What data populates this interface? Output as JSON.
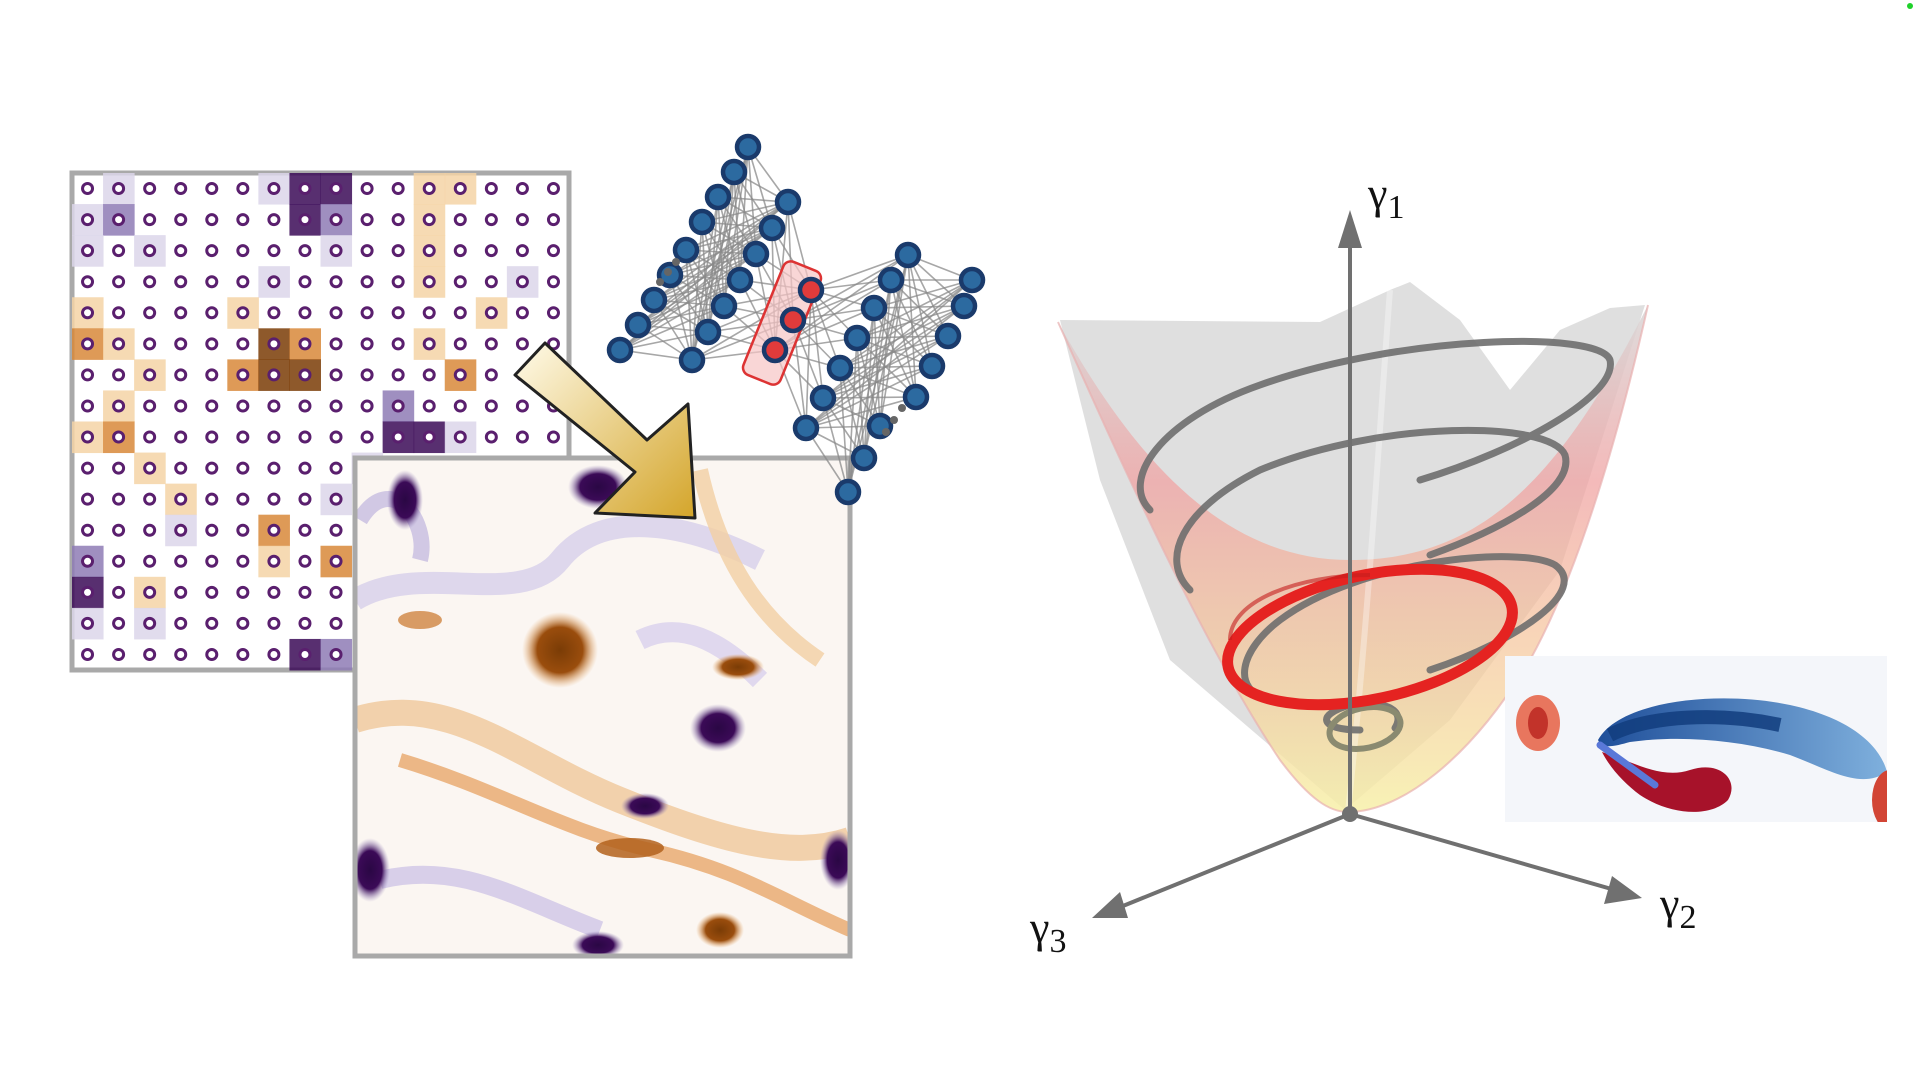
{
  "axes": {
    "gamma1": {
      "symbol": "γ",
      "index": "1"
    },
    "gamma2": {
      "symbol": "γ",
      "index": "2"
    },
    "gamma3": {
      "symbol": "γ",
      "index": "3"
    }
  },
  "colors": {
    "purple_dark": "#3b0a57",
    "purple_mid": "#8e7bb5",
    "purple_light": "#dcd6ea",
    "orange_dark": "#7a3c06",
    "orange_mid": "#d8883a",
    "orange_light": "#f4d3a6",
    "frame_gray": "#a9a9a9",
    "node_fill": "#2c6aa0",
    "node_stroke": "#1a3a6b",
    "latent_red": "#e03b3b",
    "trajectory_gray": "#6e6e6e",
    "limit_cycle_red": "#e52321",
    "wake_blue": "#1f5ea8",
    "wake_red": "#b8162a"
  }
}
